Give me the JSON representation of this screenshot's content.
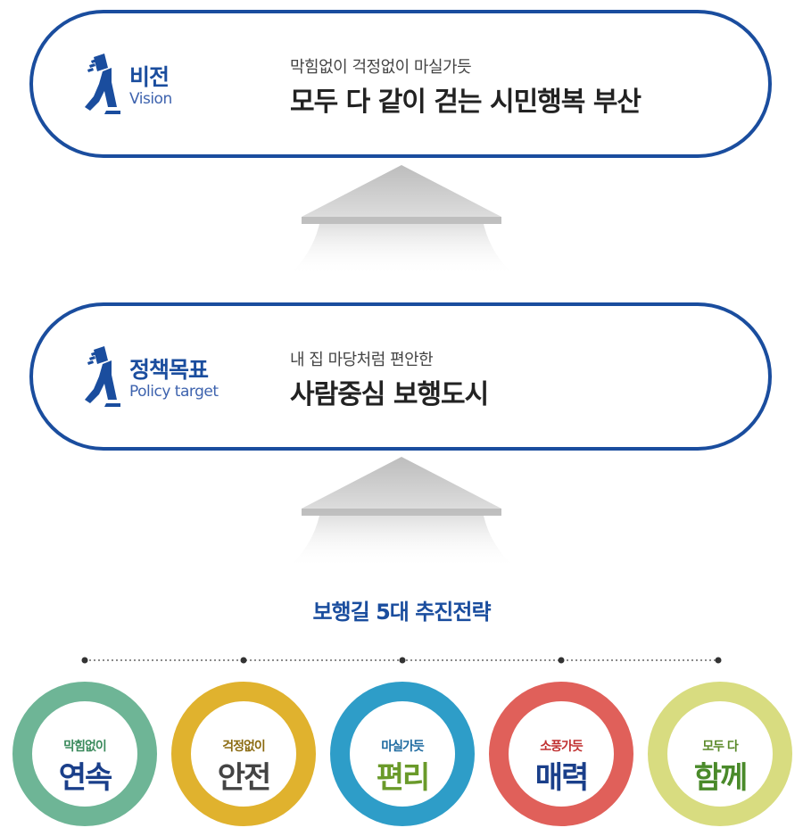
{
  "vision": {
    "label_ko": "비전",
    "label_en": "Vision",
    "subtitle": "막힘없이 걱정없이 마실가듯",
    "title": "모두 다 같이 걷는 시민행복 부산",
    "icon": "walking-person-icon"
  },
  "policy": {
    "label_ko": "정책목표",
    "label_en": "Policy target",
    "subtitle": "내 집 마당처럼 편안한",
    "title": "사람중심 보행도시",
    "icon": "walking-person-icon"
  },
  "strategy": {
    "title": "보행길 5대 추진전략",
    "items": [
      {
        "small": "막힘없이",
        "big": "연속",
        "ring_color": "#6eb596",
        "small_color": "#3a8a5c",
        "big_color": "#1a3f8a"
      },
      {
        "small": "걱정없이",
        "big": "안전",
        "ring_color": "#e0b22e",
        "small_color": "#8a6a10",
        "big_color": "#444444"
      },
      {
        "small": "마실가듯",
        "big": "편리",
        "ring_color": "#2e9dc8",
        "small_color": "#1d6aa0",
        "big_color": "#6a9a2a"
      },
      {
        "small": "소풍가듯",
        "big": "매력",
        "ring_color": "#e0605a",
        "small_color": "#c03030",
        "big_color": "#1a3f8a"
      },
      {
        "small": "모두 다",
        "big": "함께",
        "ring_color": "#d8dc80",
        "small_color": "#5a8a2a",
        "big_color": "#4a8a2a"
      }
    ]
  },
  "colors": {
    "primary": "#1a4d9e",
    "arrow_gray": "#c8c8c8"
  }
}
